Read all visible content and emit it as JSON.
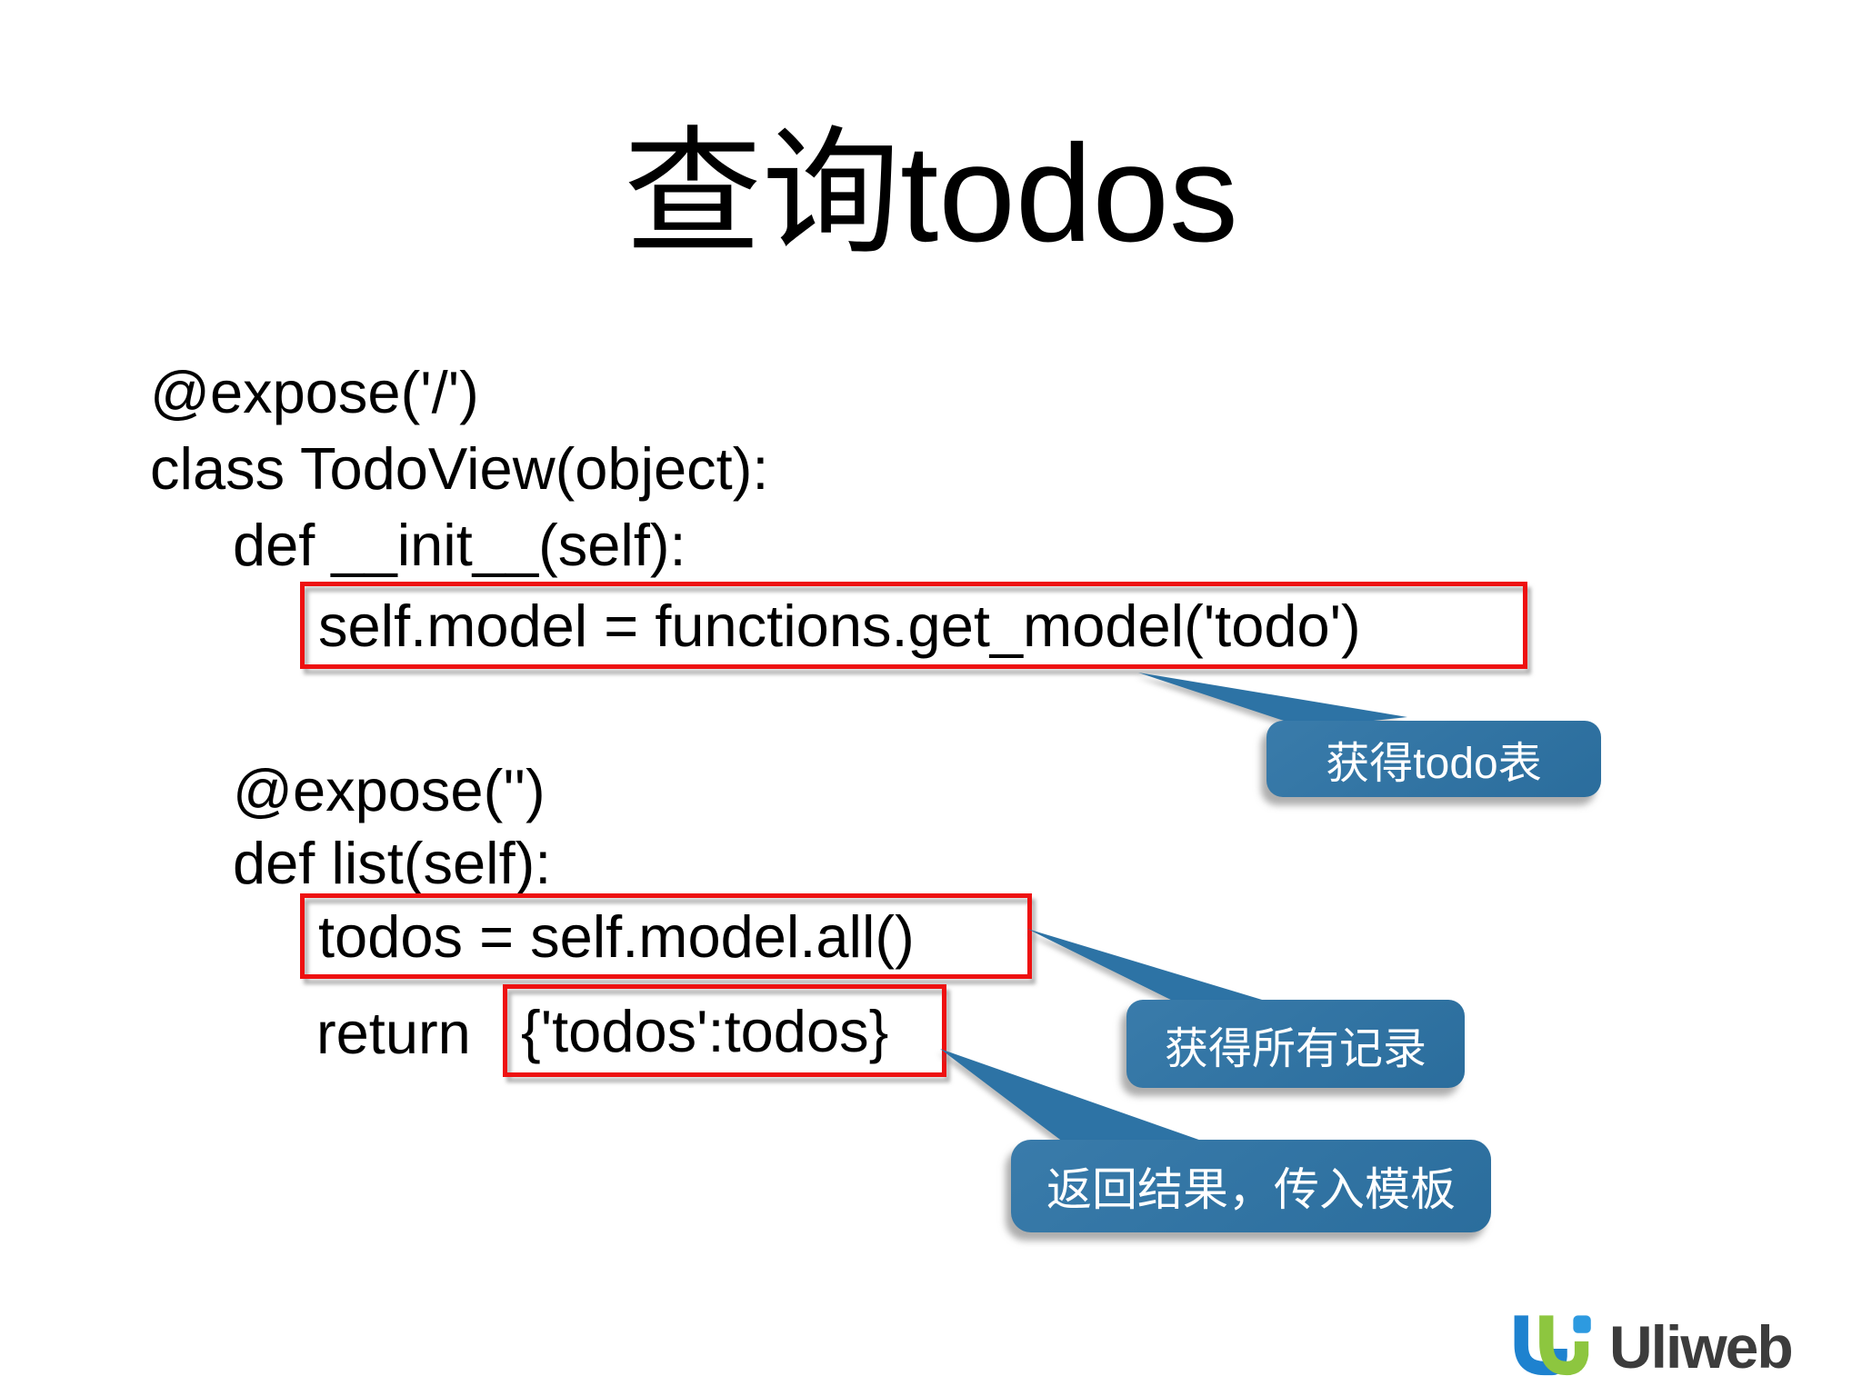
{
  "title": "查询todos",
  "code": {
    "expose_root": "@expose('/')",
    "class_def": "class TodoView(object):",
    "init_def": "def __init__(self):",
    "get_model_line": "self.model = functions.get_model('todo')",
    "expose_empty": "@expose('')",
    "list_def": "def list(self):",
    "all_line": "todos = self.model.all()",
    "return_keyword": "return",
    "return_value": "{'todos':todos}"
  },
  "callouts": {
    "get_todo_table": "获得todo表",
    "get_all_records": "获得所有记录",
    "return_pass_template": "返回结果，传入模板"
  },
  "logo": {
    "brand": "Uliweb"
  },
  "colors": {
    "callout_blue": "#2d73a5",
    "highlight_red": "#ee1111",
    "logo_blue": "#1e82cf",
    "logo_light_blue": "#2d9ae0",
    "logo_green": "#8dc63f",
    "logo_text_gray": "#3c3c3c"
  }
}
